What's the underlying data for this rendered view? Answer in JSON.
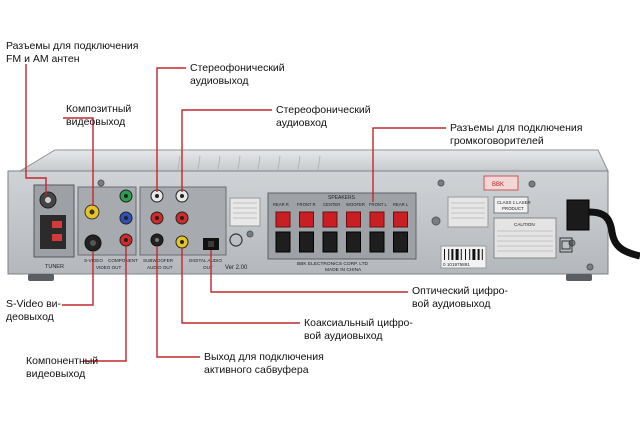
{
  "labels": {
    "fm_am": "Разъемы для подключения\nFM и AM антен",
    "composite": "Композитный\nвидеовыход",
    "stereo_out": "Стереофонический\nаудиовыход",
    "stereo_in": "Стереофонический\nаудиовход",
    "speakers": "Разъемы для подключения\nгромкоговорителей",
    "svideo": "S-Video ви-\nдеовыход",
    "optical": "Оптический цифро-\nвой аудиовыход",
    "coaxial": "Коаксиальный цифро-\nвой аудиовыход",
    "component": "Компонентный\nвидеовыход",
    "subwoofer": "Выход для подключения\nактивного сабвуфера"
  },
  "panel_text": {
    "tuner": "TUNER",
    "s_video": "S-VIDEO",
    "component": "COMPONENT",
    "video_out": "VIDEO OUT",
    "subwoofer": "SUBWOOFER",
    "audio_out": "AUDIO OUT",
    "digital_audio": "DIGITAL AUDIO",
    "digital_out": "OUT",
    "version": "Ver 2.00",
    "speakers": "SPEAKERS",
    "rear_r": "REAR R",
    "front_r": "FRONT R",
    "center": "CENTER",
    "woofer": "WOOFER",
    "front_l": "FRONT L",
    "rear_l": "REAR L",
    "brand": "BBK  ELECTRONICS CORP. LTD",
    "made": "MADE IN CHINA",
    "laser_line1": "CLASS 1 LASER",
    "laser_line2": "PRODUCT",
    "barcode": "0 101975891",
    "sticker": "BBK",
    "caution": "CAUTION"
  },
  "colors": {
    "leader": "#c0282e",
    "panel": "#c9cccf",
    "panel_dark": "#9ea2a6",
    "terminal_red": "#c81e24",
    "terminal_black": "#1e1e1e"
  }
}
